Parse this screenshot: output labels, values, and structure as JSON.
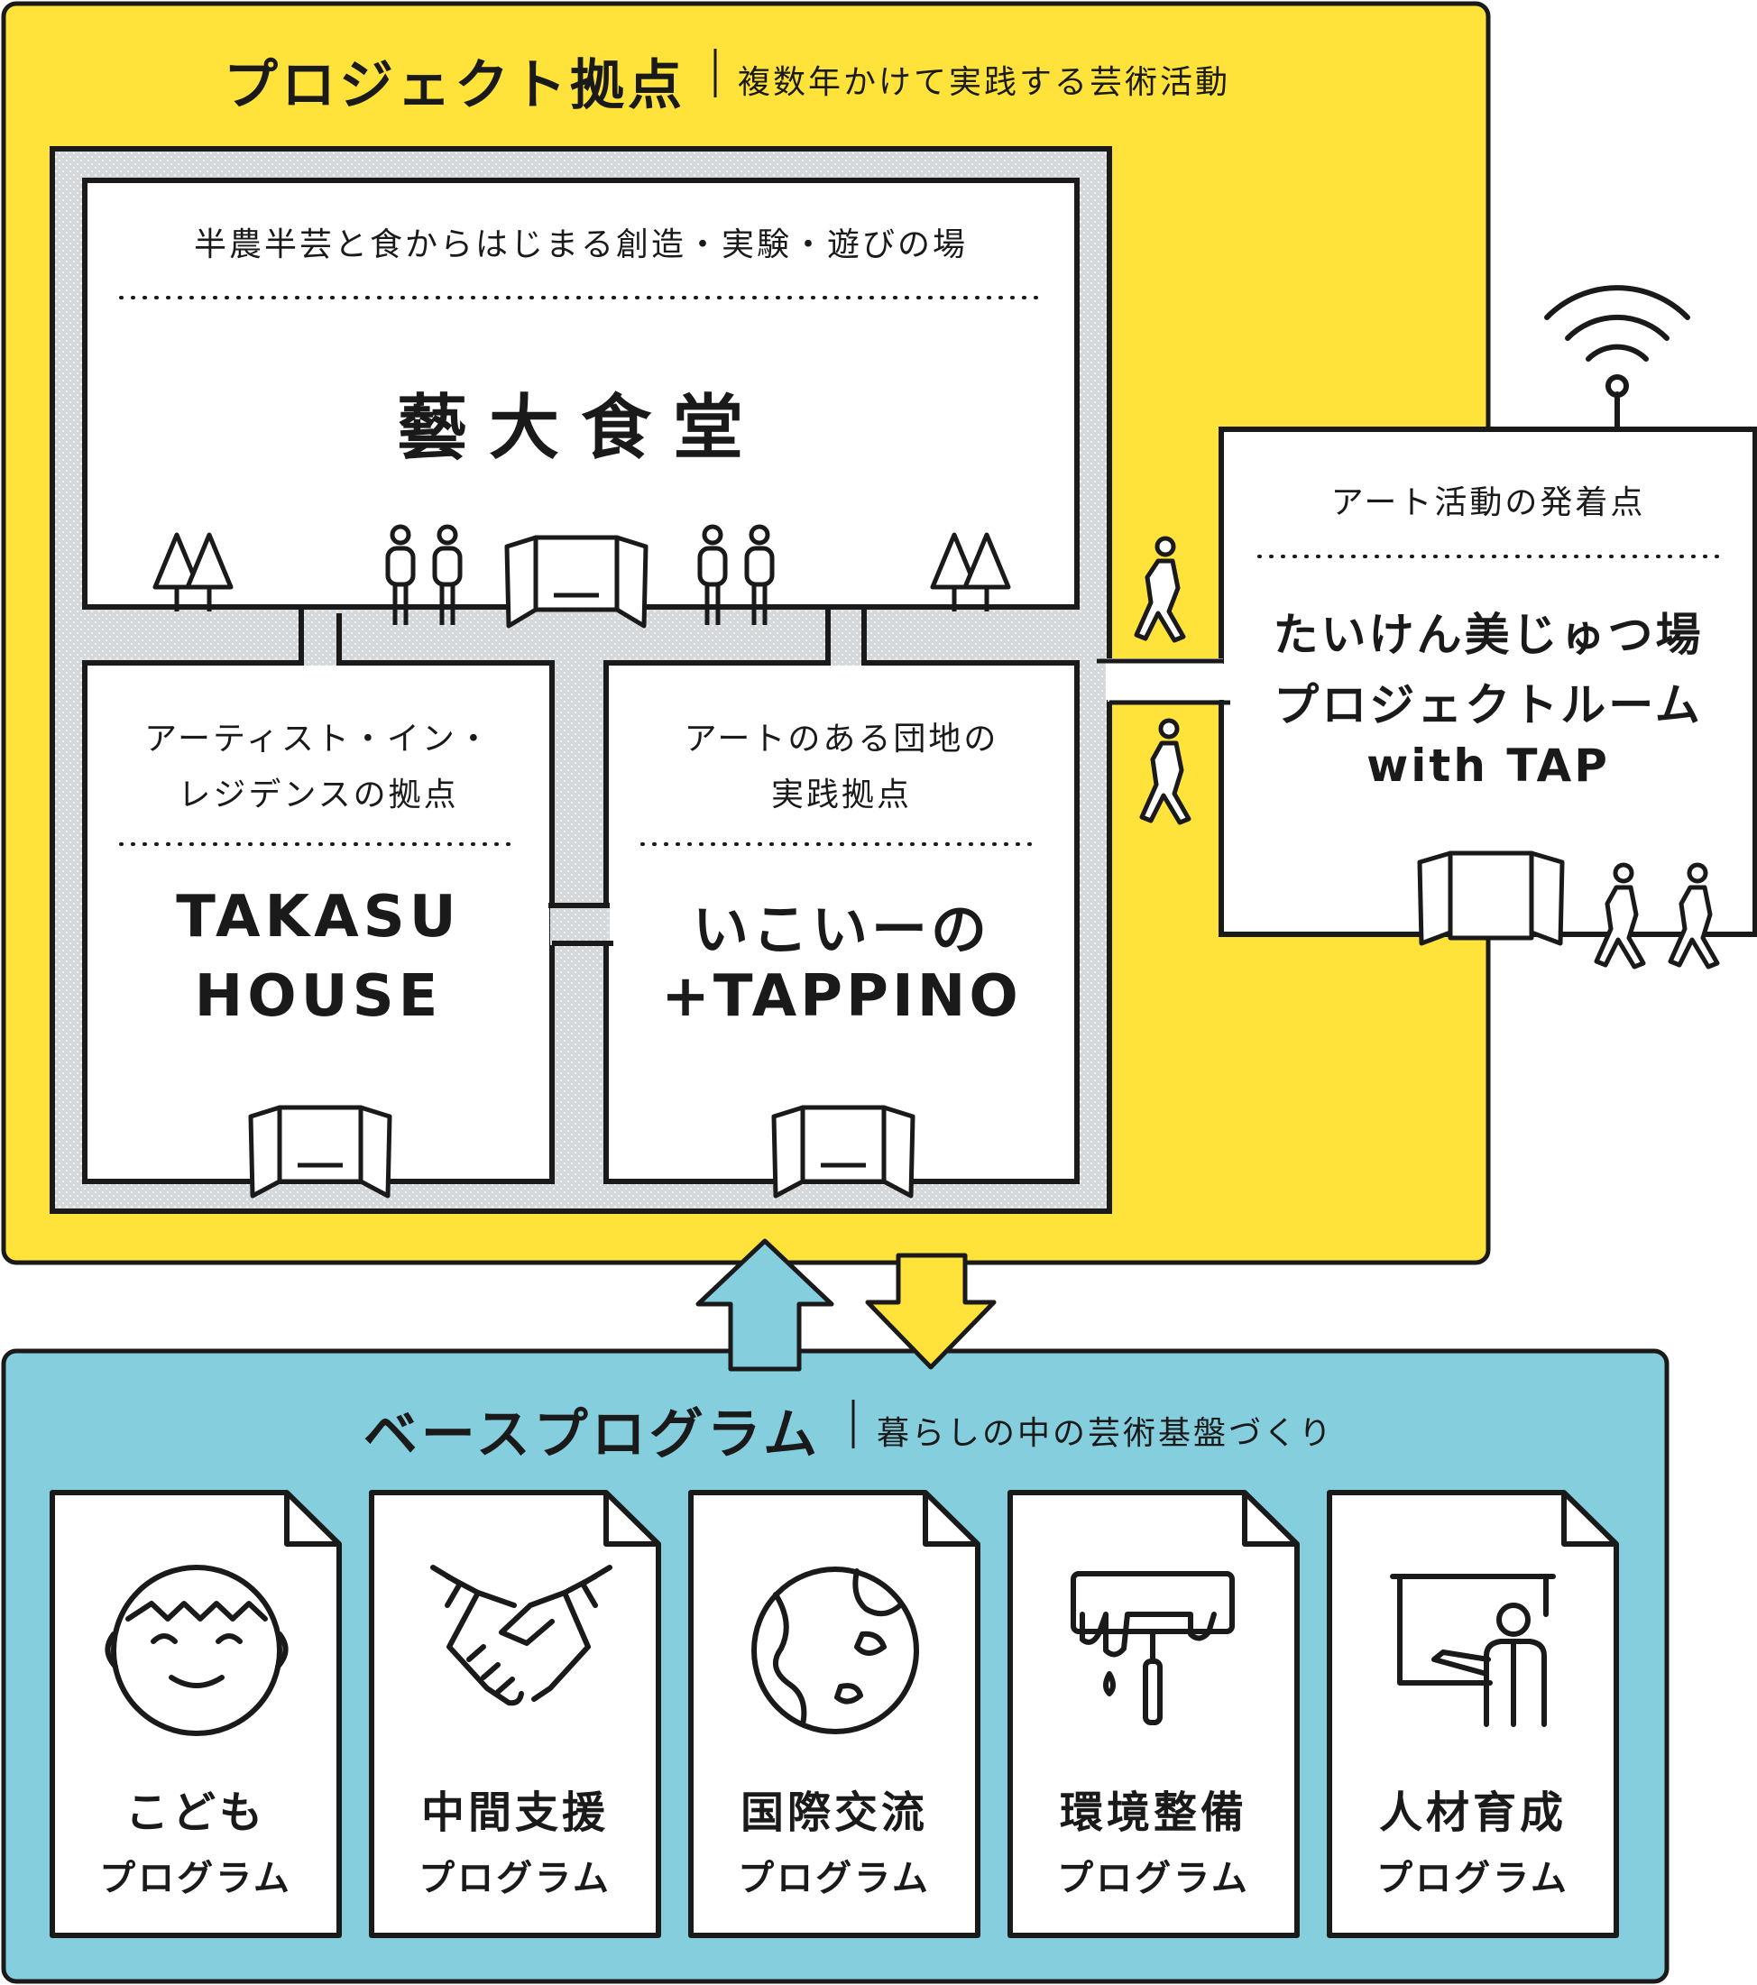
{
  "project": {
    "title": "プロジェクト拠点",
    "subtitle": "複数年かけて実践する芸術活動",
    "color": "#ffe33a"
  },
  "geidai": {
    "caption": "半農半芸と食からはじまる創造・実験・遊びの場",
    "name": "藝大食堂"
  },
  "takasu": {
    "caption_line1": "アーティスト・イン・",
    "caption_line2": "レジデンスの拠点",
    "name_line1": "TAKASU",
    "name_line2": "HOUSE"
  },
  "ikoino": {
    "caption_line1": "アートのある団地の",
    "caption_line2": "実践拠点",
    "name_line1": "いこいーの",
    "name_line2": "+TAPPINO"
  },
  "taiken": {
    "caption": "アート活動の発着点",
    "name_line1": "たいけん美じゅつ場",
    "name_line2": "プロジェクトルーム",
    "name_line3": "with TAP"
  },
  "base": {
    "title": "ベースプログラム",
    "subtitle": "暮らしの中の芸術基盤づくり",
    "color": "#85cedd"
  },
  "programs": [
    {
      "name": "こども",
      "sub": "プログラム",
      "icon": "child-face-icon"
    },
    {
      "name": "中間支援",
      "sub": "プログラム",
      "icon": "handshake-icon"
    },
    {
      "name": "国際交流",
      "sub": "プログラム",
      "icon": "globe-icon"
    },
    {
      "name": "環境整備",
      "sub": "プログラム",
      "icon": "paint-roller-icon"
    },
    {
      "name": "人材育成",
      "sub": "プログラム",
      "icon": "presenter-icon"
    }
  ]
}
